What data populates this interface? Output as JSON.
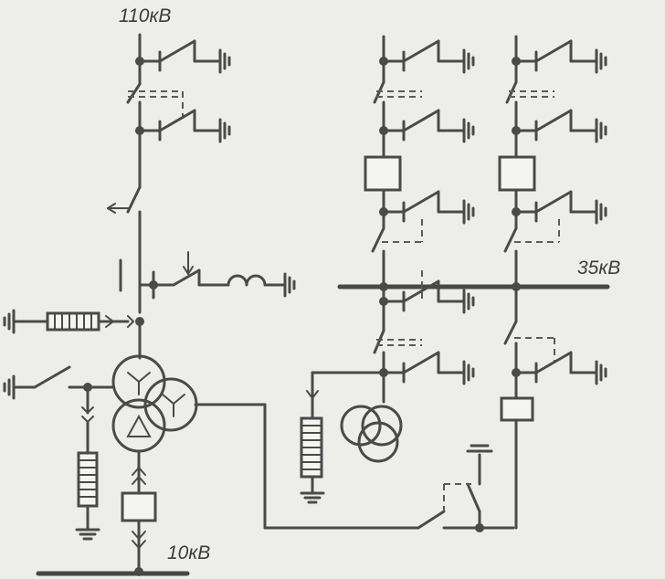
{
  "labels": {
    "hv": "110кВ",
    "mv": "35кВ",
    "lv": "10кВ"
  },
  "colors": {
    "background": "#ededea",
    "ink": "#4a4a4a"
  }
}
